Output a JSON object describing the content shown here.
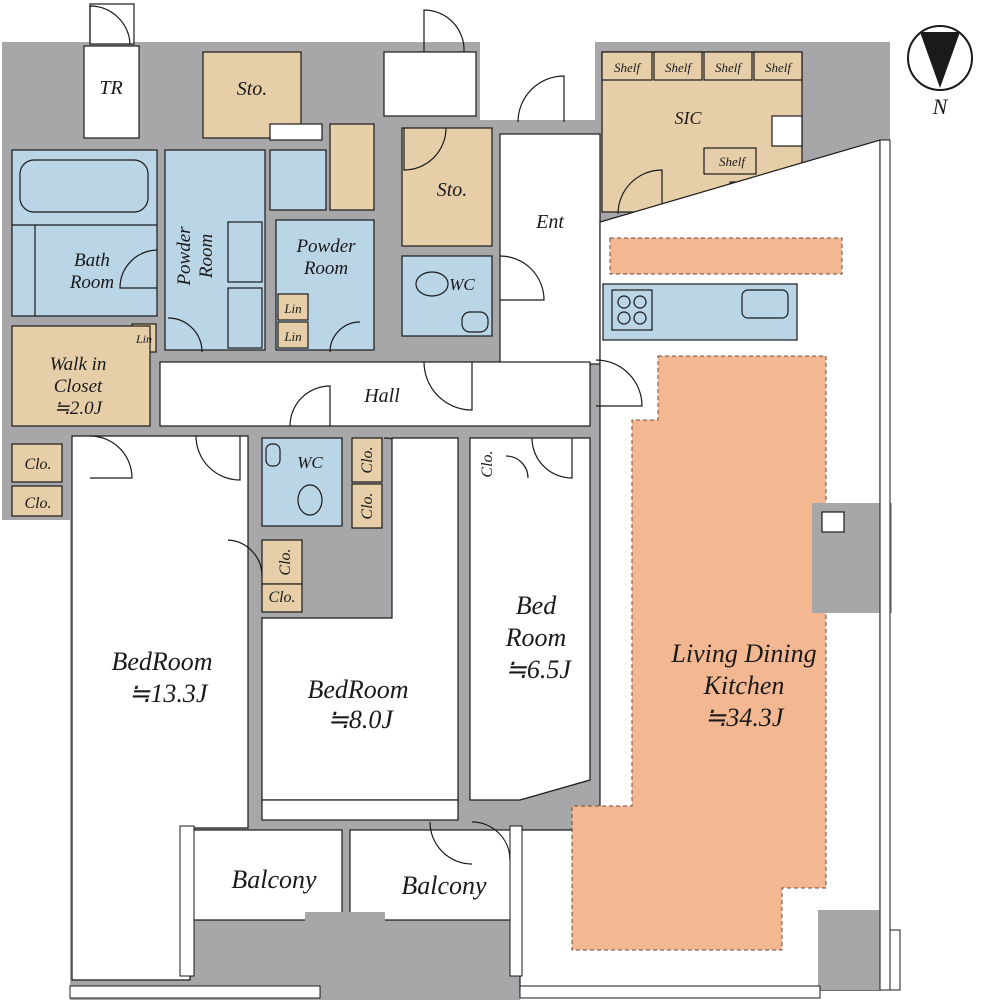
{
  "labels": {
    "tr": "TR",
    "sto1": "Sto.",
    "sto2": "Sto.",
    "sic": "SIC",
    "shelf": "Shelf",
    "bath_room_l1": "Bath",
    "bath_room_l2": "Room",
    "powder_room_a_l1": "Powder",
    "powder_room_a_l2": "Room",
    "powder_room_b_l1": "Powder",
    "powder_room_b_l2": "Room",
    "lin": "Lin",
    "wc": "WC",
    "ent": "Ent",
    "walk_in_l1": "Walk in",
    "walk_in_l2": "Closet",
    "walk_in_size": "≒2.0J",
    "hall": "Hall",
    "clo": "Clo.",
    "bedroom1_name": "BedRoom",
    "bedroom1_size": "≒13.3J",
    "bedroom2_name": "BedRoom",
    "bedroom2_size": "≒8.0J",
    "bedroom3_l1": "Bed",
    "bedroom3_l2": "Room",
    "bedroom3_size": "≒6.5J",
    "ldk_l1": "Living Dining",
    "ldk_l2": "Kitchen",
    "ldk_size": "≒34.3J",
    "balcony": "Balcony",
    "north": "N"
  },
  "colors": {
    "wall": "#a7a7a9",
    "wet_area": "#b9d5e6",
    "storage": "#e6cfa8",
    "ldk": "#f3b892"
  },
  "icons": [
    "north-arrow-icon",
    "bathtub-icon",
    "toilet-icon",
    "sink-icon",
    "stove-icon",
    "door-swing-icon"
  ]
}
